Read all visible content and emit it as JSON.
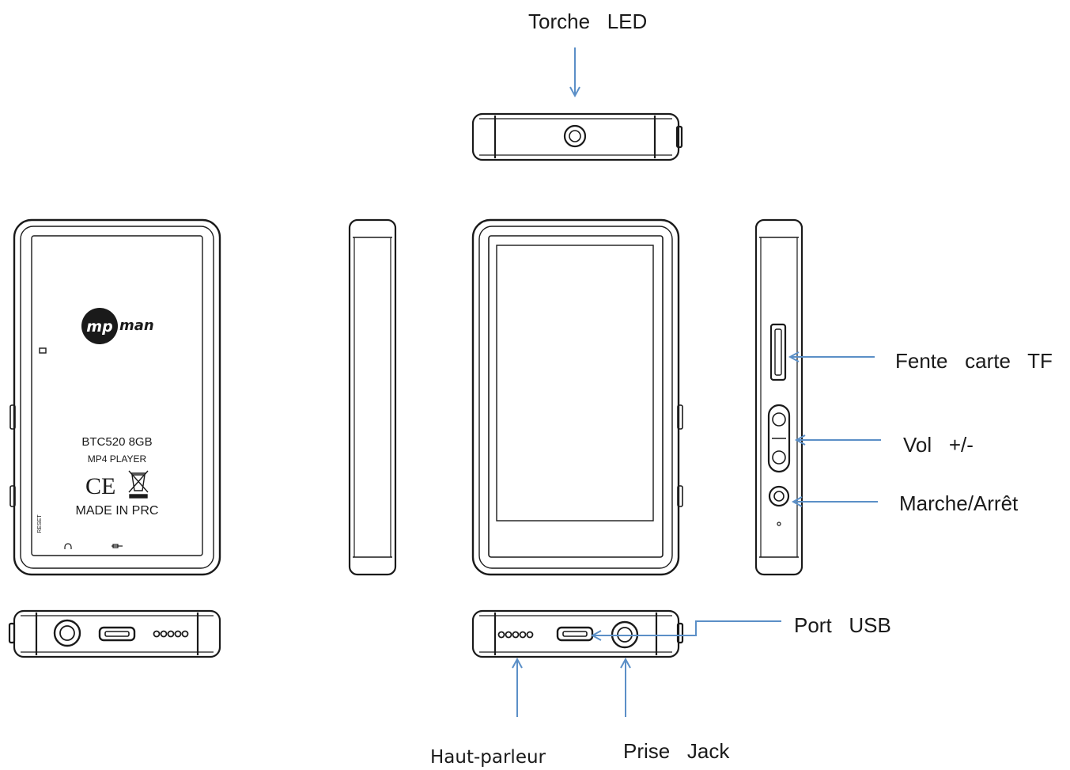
{
  "labels": {
    "torch_led": "Torche   LED",
    "tf_slot": "Fente   carte   TF",
    "volume": "Vol   +/-",
    "power": "Marche/Arrêt",
    "usb_port": "Port   USB",
    "speaker": "Haut-parleur",
    "jack": "Prise   Jack"
  },
  "device_back": {
    "brand_mp": "mp",
    "brand_man": "man",
    "model": "BTC520 8GB",
    "product": "MP4 PLAYER",
    "ce_mark": "CE",
    "origin": "MADE   IN   PRC",
    "reset": "RESET"
  },
  "colors": {
    "line": "#1a1a1a",
    "arrow": "#5b8fc7"
  }
}
